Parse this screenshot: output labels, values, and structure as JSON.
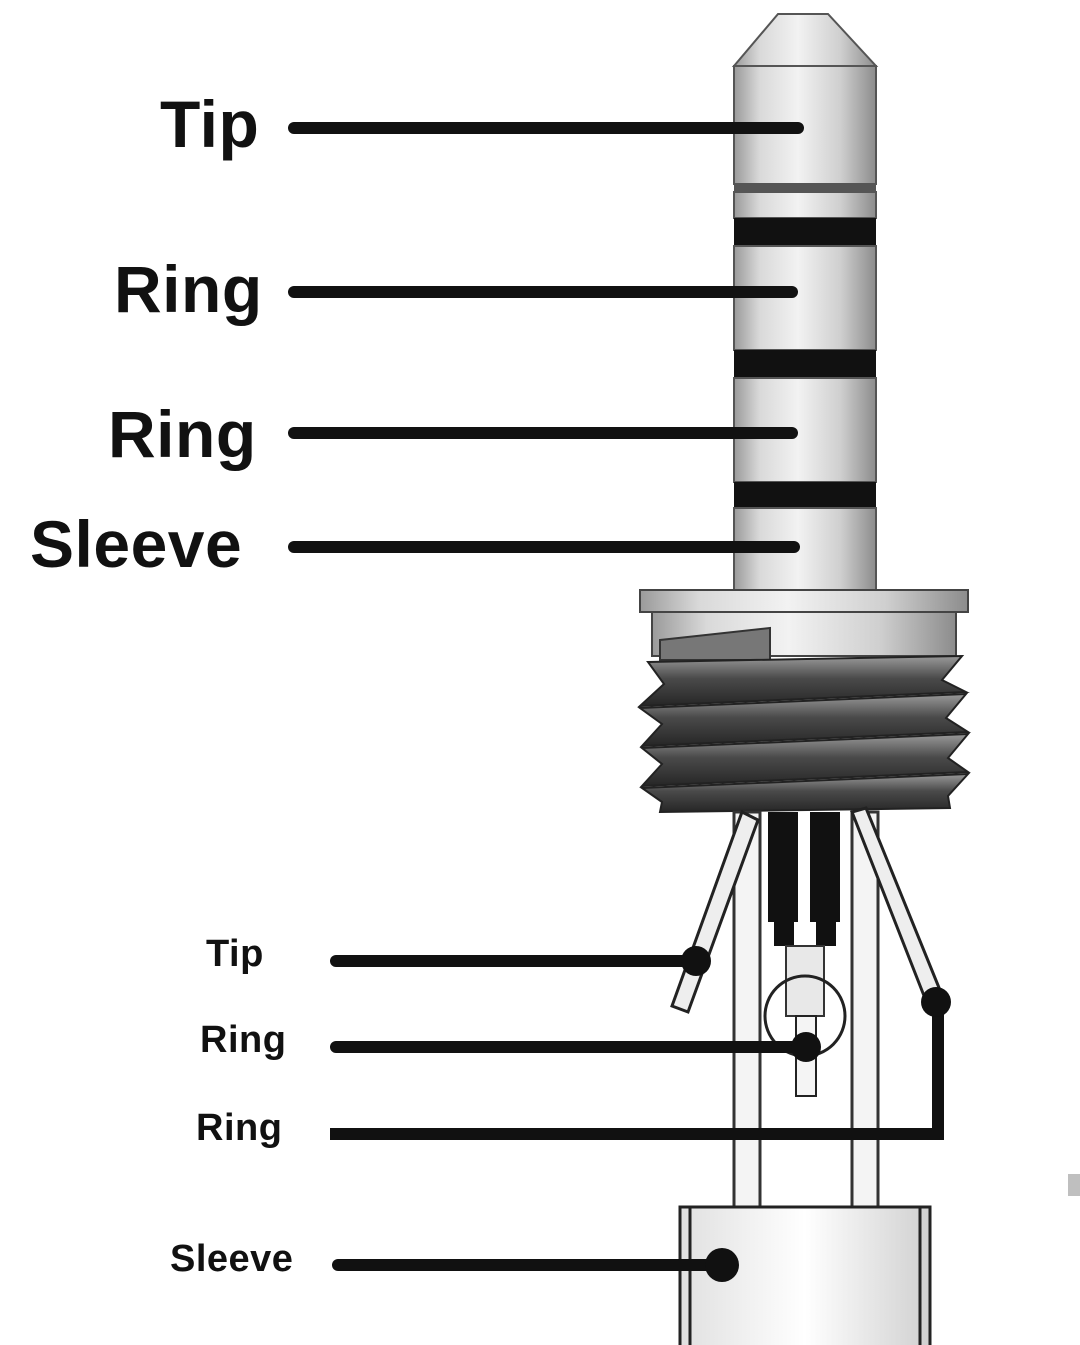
{
  "plug_labels": [
    "Tip",
    "Ring",
    "Ring",
    "Sleeve"
  ],
  "connection_labels": [
    "Tip",
    "Ring",
    "Ring",
    "Sleeve"
  ],
  "colors": {
    "line": "#111111",
    "metal_light": "#e4e4e4",
    "metal_mid": "#b5b5b5",
    "metal_dark": "#8a8a8a",
    "band": "#111111",
    "thread_dark": "#3a3a3a",
    "thread_light": "#8c8c8c"
  }
}
